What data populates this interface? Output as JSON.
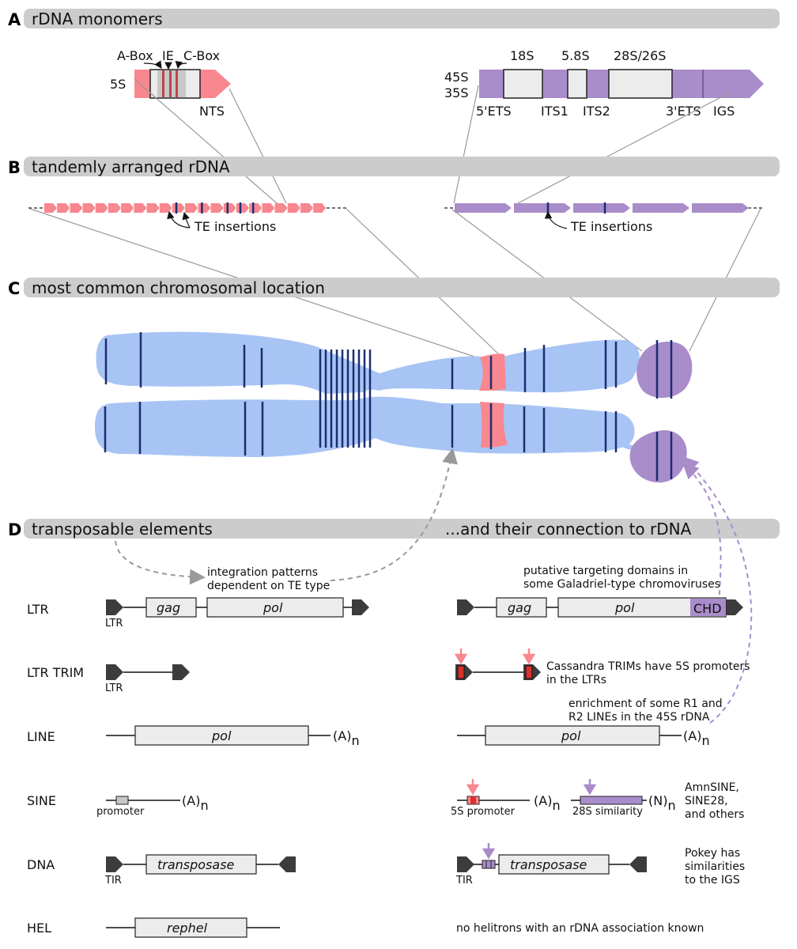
{
  "panels": {
    "a": {
      "letter": "A",
      "title": "rDNA monomers"
    },
    "b": {
      "letter": "B",
      "title": "tandemly arranged rDNA"
    },
    "c": {
      "letter": "C",
      "title": "most common chromosomal location"
    },
    "d": {
      "letter": "D",
      "title_left": "transposable elements",
      "title_right": "...and their connection to rDNA"
    }
  },
  "monomer5s": {
    "name": "5S",
    "abox": "A-Box",
    "ie": "IE",
    "cbox": "C-Box",
    "nts": "NTS"
  },
  "monomer45s": {
    "name1": "45S",
    "name2": "35S",
    "s18": "18S",
    "s58": "5.8S",
    "s28": "28S/26S",
    "ets5": "5'ETS",
    "its1": "ITS1",
    "its2": "ITS2",
    "ets3": "3'ETS",
    "igs": "IGS"
  },
  "arrays": {
    "te_label": "TE insertions"
  },
  "te": {
    "integration_note_1": "integration patterns",
    "integration_note_2": "dependent on TE type",
    "ltr": {
      "name": "LTR",
      "ltr": "LTR",
      "gag": "gag",
      "pol": "pol",
      "chd": "CHD",
      "note1": "putative targeting domains in",
      "note2": "some Galadriel-type chromoviruses"
    },
    "trim": {
      "name": "LTR TRIM",
      "ltr": "LTR",
      "note1": "Cassandra TRIMs have 5S promoters",
      "note2": "in the LTRs"
    },
    "line": {
      "name": "LINE",
      "pol": "pol",
      "tail": "(A)",
      "sub": "n",
      "note1": "enrichment of some R1 and",
      "note2": "R2 LINEs in the 45S rDNA"
    },
    "sine": {
      "name": "SINE",
      "promoter": "promoter",
      "tail": "(A)",
      "sub": "n",
      "promoter5s": "5S promoter",
      "sim28s": "28S similarity",
      "tail2": "(N)",
      "note1": "AmnSINE,",
      "note2": "SINE28,",
      "note3": "and others"
    },
    "dna": {
      "name": "DNA",
      "tir": "TIR",
      "transposase": "transposase",
      "note1": "Pokey has",
      "note2": "similarities",
      "note3": "to the IGS"
    },
    "hel": {
      "name": "HEL",
      "rephel": "rephel",
      "note": "no helitrons with an rDNA association known"
    }
  },
  "colors": {
    "pink": "#f9878f",
    "purple": "#a98cca",
    "chromosome": "#a8c4f5",
    "band": "#1a2f6e",
    "header": "#cccccc",
    "box": "#ececec",
    "dark": "#3c3c3c",
    "red": "#d9312c"
  }
}
